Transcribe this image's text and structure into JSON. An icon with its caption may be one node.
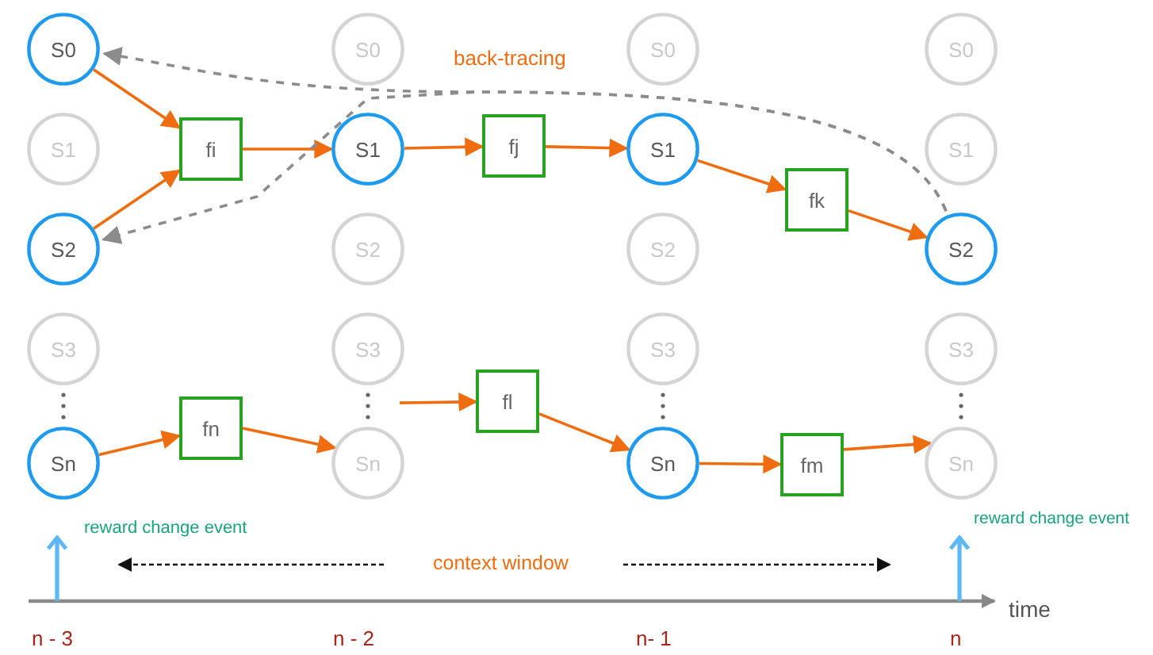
{
  "diagram": {
    "nodes": [
      {
        "text": [
          "S0"
        ]
      },
      {
        "text": [
          "S1"
        ]
      },
      {
        "text": [
          "S2"
        ]
      },
      {
        "text": [
          "S3"
        ]
      },
      {
        "text": [
          "Sn"
        ]
      },
      {
        "text": [
          "fi"
        ]
      },
      {
        "text": [
          "fn"
        ]
      },
      {
        "text": [
          "S0"
        ]
      },
      {
        "text": [
          "S1"
        ]
      },
      {
        "text": [
          "S2"
        ]
      },
      {
        "text": [
          "S3"
        ]
      },
      {
        "text": [
          "Sn"
        ]
      },
      {
        "text": [
          "fj"
        ]
      },
      {
        "text": [
          "fl"
        ]
      },
      {
        "text": [
          "S0"
        ]
      },
      {
        "text": [
          "S1"
        ]
      },
      {
        "text": [
          "S2"
        ]
      },
      {
        "text": [
          "S3"
        ]
      },
      {
        "text": [
          "Sn"
        ]
      },
      {
        "text": [
          "fk"
        ]
      },
      {
        "text": [
          "fm"
        ]
      },
      {
        "text": [
          "S0"
        ]
      },
      {
        "text": [
          "S1"
        ]
      },
      {
        "text": [
          "S2"
        ]
      },
      {
        "text": [
          "S3"
        ]
      },
      {
        "text": [
          "Sn"
        ]
      }
    ],
    "edges": [
      {
        "from": 0,
        "to": 5,
        "arrow": "to"
      },
      {
        "from": 2,
        "to": 5,
        "arrow": "to"
      },
      {
        "from": 5,
        "to": 8,
        "arrow": "to"
      },
      {
        "from": 8,
        "to": 12,
        "arrow": "to"
      },
      {
        "from": 12,
        "to": 15,
        "arrow": "to"
      },
      {
        "from": 15,
        "to": 19,
        "arrow": "to"
      },
      {
        "from": 19,
        "to": 23,
        "arrow": "to"
      },
      {
        "from": 4,
        "to": 6,
        "arrow": "to"
      },
      {
        "from": 6,
        "to": 11,
        "arrow": "to"
      },
      {
        "from": null,
        "to": 13,
        "arrow": "to"
      },
      {
        "from": 13,
        "to": 18,
        "arrow": "to"
      },
      {
        "from": 18,
        "to": 20,
        "arrow": "to"
      },
      {
        "from": 20,
        "to": 25,
        "arrow": "to"
      },
      {
        "from": 23,
        "to": 0,
        "arrow": "to",
        "label": "back-tracing",
        "style": "dashed",
        "color": "#8c8c8c"
      },
      {
        "from": 23,
        "to": 2,
        "arrow": "to",
        "style": "dashed",
        "color": "#8c8c8c"
      }
    ],
    "labels": [
      "reward change event",
      "context window",
      "reward change event",
      "time",
      "n - 3",
      "n - 2",
      "n- 1",
      "n"
    ]
  }
}
